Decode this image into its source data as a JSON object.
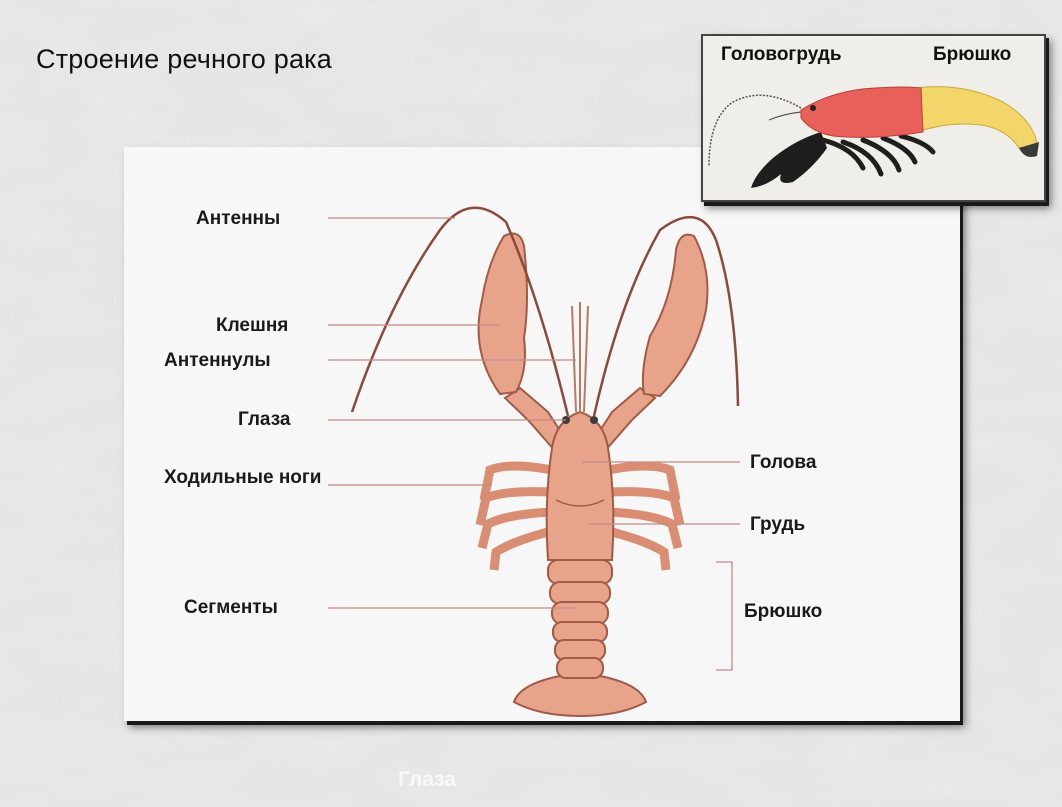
{
  "title": "Строение речного рака",
  "inset": {
    "label_left": "Головогрудь",
    "label_right": "Брюшко"
  },
  "labels": {
    "antennae": "Антенны",
    "claw": "Клешня",
    "antennules": "Антеннулы",
    "eyes": "Глаза",
    "walking_legs": "Ходильные ноги",
    "head": "Голова",
    "thorax": "Грудь",
    "segments": "Сегменты",
    "abdomen": "Брюшко"
  },
  "ghost_text": "Глаза",
  "colors": {
    "crayfish_body": "#e8a48a",
    "crayfish_outline": "#a25a46",
    "inset_head": "#e9605a",
    "inset_abdomen": "#f2d66a",
    "inset_claws": "#1e1e1e",
    "leader_line": "#c48a86"
  }
}
